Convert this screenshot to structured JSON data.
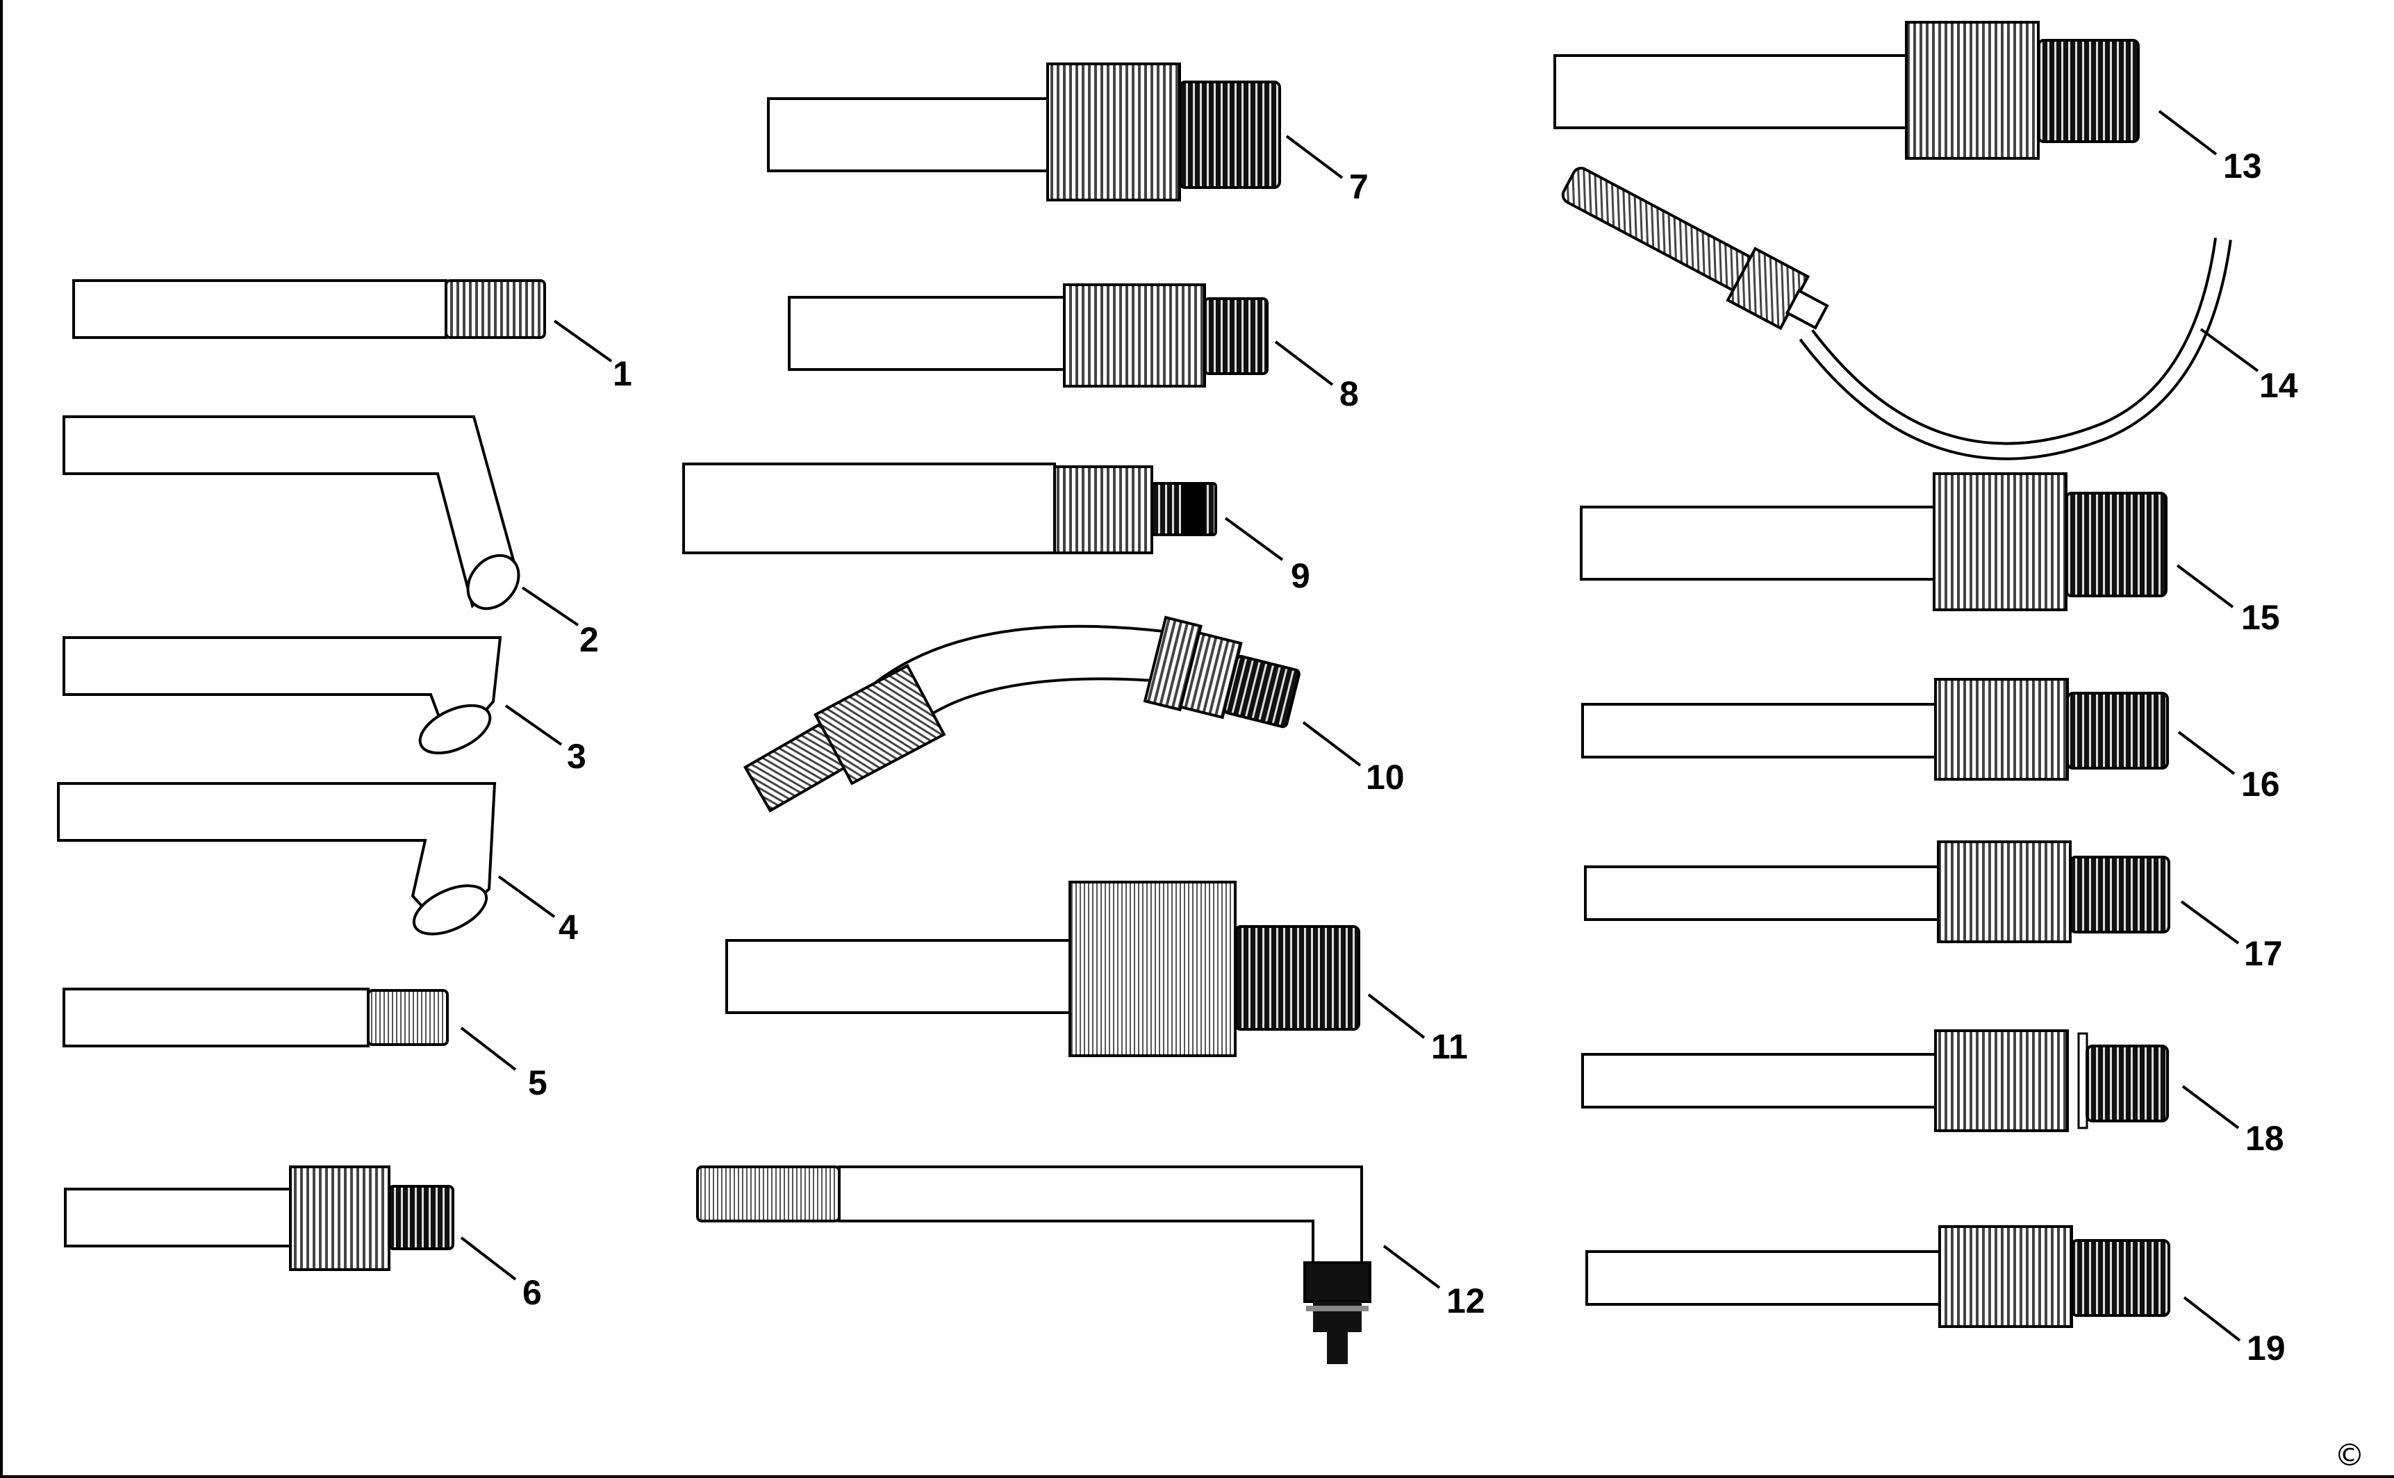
{
  "callouts": {
    "c1": "1",
    "c2": "2",
    "c3": "3",
    "c4": "4",
    "c5": "5",
    "c6": "6",
    "c7": "7",
    "c8": "8",
    "c9": "9",
    "c10": "10",
    "c11": "11",
    "c12": "12",
    "c13": "13",
    "c14": "14",
    "c15": "15",
    "c16": "16",
    "c17": "17",
    "c18": "18",
    "c19": "19"
  },
  "copyright": "©"
}
